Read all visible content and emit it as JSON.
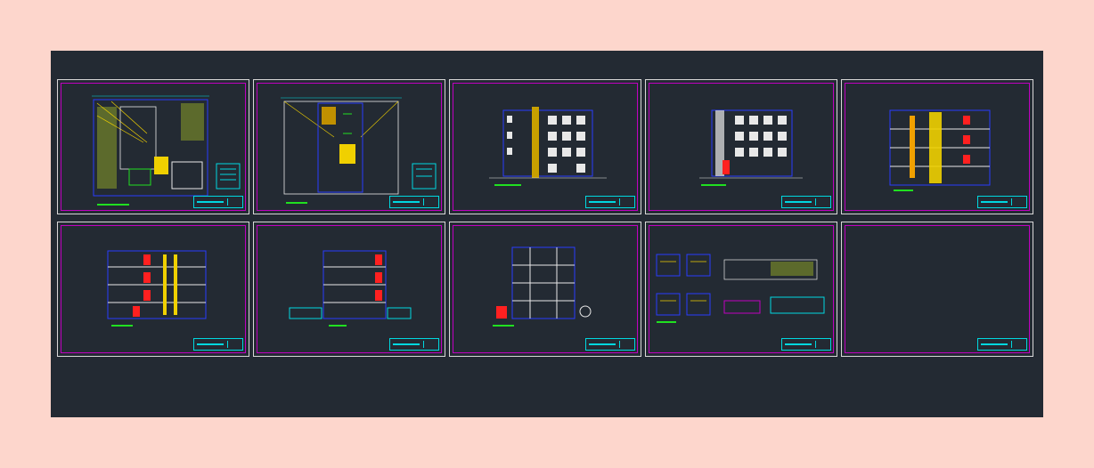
{
  "colors": {
    "background": "#fdd6cc",
    "model_space": "#232a33",
    "sheet_border": "#d8d8d8",
    "inner_border": "#c000c0",
    "linework_blue": "#2a3cff",
    "linework_cyan": "#00d8e0",
    "linework_yellow": "#f0d000",
    "linework_red": "#ff2020",
    "linework_green": "#20e020",
    "linework_white": "#e8e8e8"
  },
  "sheets": [
    {
      "kind": "floor-plan"
    },
    {
      "kind": "floor-plan"
    },
    {
      "kind": "elevation"
    },
    {
      "kind": "elevation"
    },
    {
      "kind": "section"
    },
    {
      "kind": "section"
    },
    {
      "kind": "section"
    },
    {
      "kind": "section"
    },
    {
      "kind": "details"
    },
    {
      "kind": "blank"
    }
  ]
}
